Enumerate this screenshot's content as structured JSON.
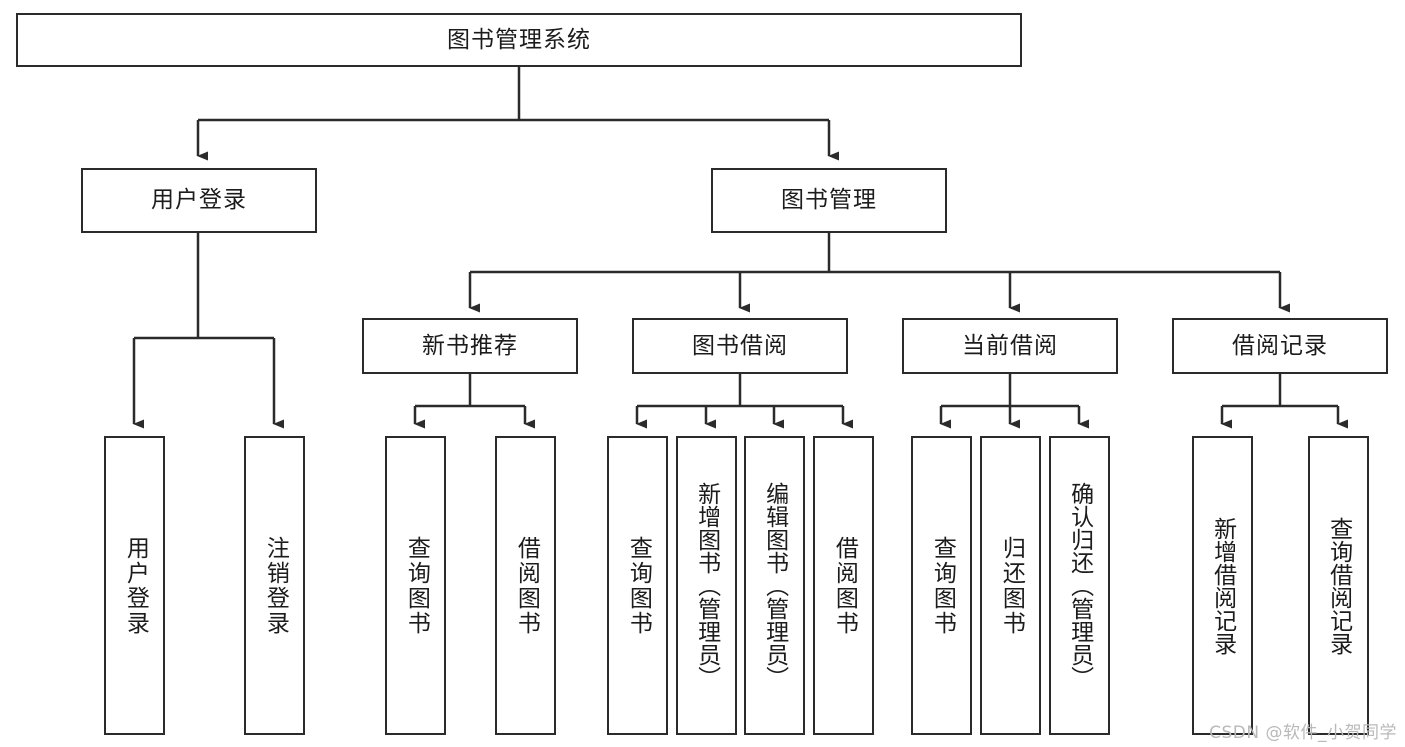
{
  "diagram": {
    "type": "tree-hierarchy",
    "orientation": "top-down",
    "root": {
      "id": "root",
      "label": "图书管理系统"
    },
    "level1": [
      {
        "id": "user-login",
        "label": "用户登录"
      },
      {
        "id": "book-manage",
        "label": "图书管理"
      }
    ],
    "level2": [
      {
        "id": "new-book-rec",
        "label": "新书推荐",
        "parent": "book-manage"
      },
      {
        "id": "book-borrow",
        "label": "图书借阅",
        "parent": "book-manage"
      },
      {
        "id": "current-borrow",
        "label": "当前借阅",
        "parent": "book-manage"
      },
      {
        "id": "borrow-record",
        "label": "借阅记录",
        "parent": "book-manage"
      }
    ],
    "leaves": [
      {
        "id": "leaf-user-login",
        "label": "用户登录",
        "parent": "user-login"
      },
      {
        "id": "leaf-logout-login",
        "label": "注销登录",
        "parent": "user-login"
      },
      {
        "id": "leaf-query-book-1",
        "label": "查询图书",
        "parent": "new-book-rec"
      },
      {
        "id": "leaf-borrow-book-1",
        "label": "借阅图书",
        "parent": "new-book-rec"
      },
      {
        "id": "leaf-query-book-2",
        "label": "查询图书",
        "parent": "book-borrow"
      },
      {
        "id": "leaf-add-book",
        "label": "新增图书（管理员）",
        "parent": "book-borrow"
      },
      {
        "id": "leaf-edit-book",
        "label": "编辑图书（管理员）",
        "parent": "book-borrow"
      },
      {
        "id": "leaf-borrow-book-2",
        "label": "借阅图书",
        "parent": "book-borrow"
      },
      {
        "id": "leaf-query-book-3",
        "label": "查询图书",
        "parent": "current-borrow"
      },
      {
        "id": "leaf-return-book",
        "label": "归还图书",
        "parent": "current-borrow"
      },
      {
        "id": "leaf-confirm-return",
        "label": "确认归还（管理员）",
        "parent": "current-borrow"
      },
      {
        "id": "leaf-add-record",
        "label": "新增借阅记录",
        "parent": "borrow-record"
      },
      {
        "id": "leaf-query-record",
        "label": "查询借阅记录",
        "parent": "borrow-record"
      }
    ]
  },
  "watermark": {
    "text": "CSDN @软件_小贺同学"
  },
  "colors": {
    "stroke": "#2b2b2b",
    "background": "#ffffff",
    "text": "#1c1c1c",
    "watermark": "#b9b9b9"
  }
}
